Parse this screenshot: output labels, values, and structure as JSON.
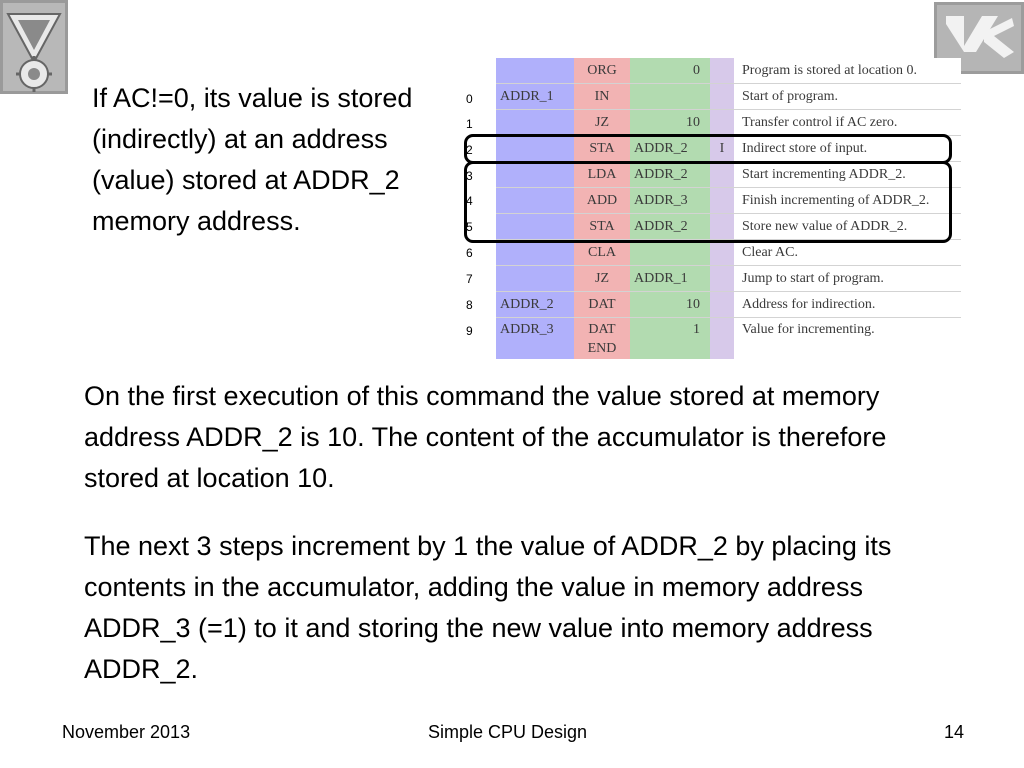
{
  "side_text": "If AC!=0, its value is stored (indirectly) at an address (value) stored at ADDR_2 memory address.",
  "program": {
    "rows": [
      {
        "addr": "",
        "label": "",
        "op": "ORG",
        "arg": "0",
        "ind": "",
        "comment": "Program is stored at location 0."
      },
      {
        "addr": "0",
        "label": "ADDR_1",
        "op": "IN",
        "arg": "",
        "ind": "",
        "comment": "Start of program."
      },
      {
        "addr": "1",
        "label": "",
        "op": "JZ",
        "arg": "10",
        "ind": "",
        "comment": "Transfer control if AC zero."
      },
      {
        "addr": "2",
        "label": "",
        "op": "STA",
        "arg": "ADDR_2",
        "ind": "I",
        "comment": "Indirect store of input."
      },
      {
        "addr": "3",
        "label": "",
        "op": "LDA",
        "arg": "ADDR_2",
        "ind": "",
        "comment": "Start incrementing ADDR_2."
      },
      {
        "addr": "4",
        "label": "",
        "op": "ADD",
        "arg": "ADDR_3",
        "ind": "",
        "comment": "Finish incrementing of ADDR_2."
      },
      {
        "addr": "5",
        "label": "",
        "op": "STA",
        "arg": "ADDR_2",
        "ind": "",
        "comment": "Store new value of ADDR_2."
      },
      {
        "addr": "6",
        "label": "",
        "op": "CLA",
        "arg": "",
        "ind": "",
        "comment": "Clear AC."
      },
      {
        "addr": "7",
        "label": "",
        "op": "JZ",
        "arg": "ADDR_1",
        "ind": "",
        "comment": "Jump to start of program."
      },
      {
        "addr": "8",
        "label": "ADDR_2",
        "op": "DAT",
        "arg": "10",
        "ind": "",
        "comment": "Address for indirection."
      },
      {
        "addr": "9",
        "label": "ADDR_3",
        "op": "DAT\nEND",
        "arg": "1",
        "ind": "",
        "comment": "Value for incrementing."
      }
    ]
  },
  "paragraph_1": "On the first execution of this command the value stored at memory address ADDR_2  is 10. The content of the accumulator is therefore stored at location 10.",
  "paragraph_2": "The next 3 steps increment by 1 the value of ADDR_2 by placing its contents in the accumulator, adding the value in memory address ADDR_3 (=1) to it and storing the new value into memory address ADDR_2.",
  "footer": {
    "date": "November 2013",
    "title": "Simple CPU Design",
    "page": "14"
  },
  "colors": {
    "label_column": "#b0b0fb",
    "opcode_column": "#f2b3b3",
    "argument_column": "#b2dbb0",
    "indirect_column": "#d7c9ea"
  },
  "icons": {
    "left_logo": "university-emblem-icon",
    "right_logo": "hebrew-letters-logo-icon"
  }
}
